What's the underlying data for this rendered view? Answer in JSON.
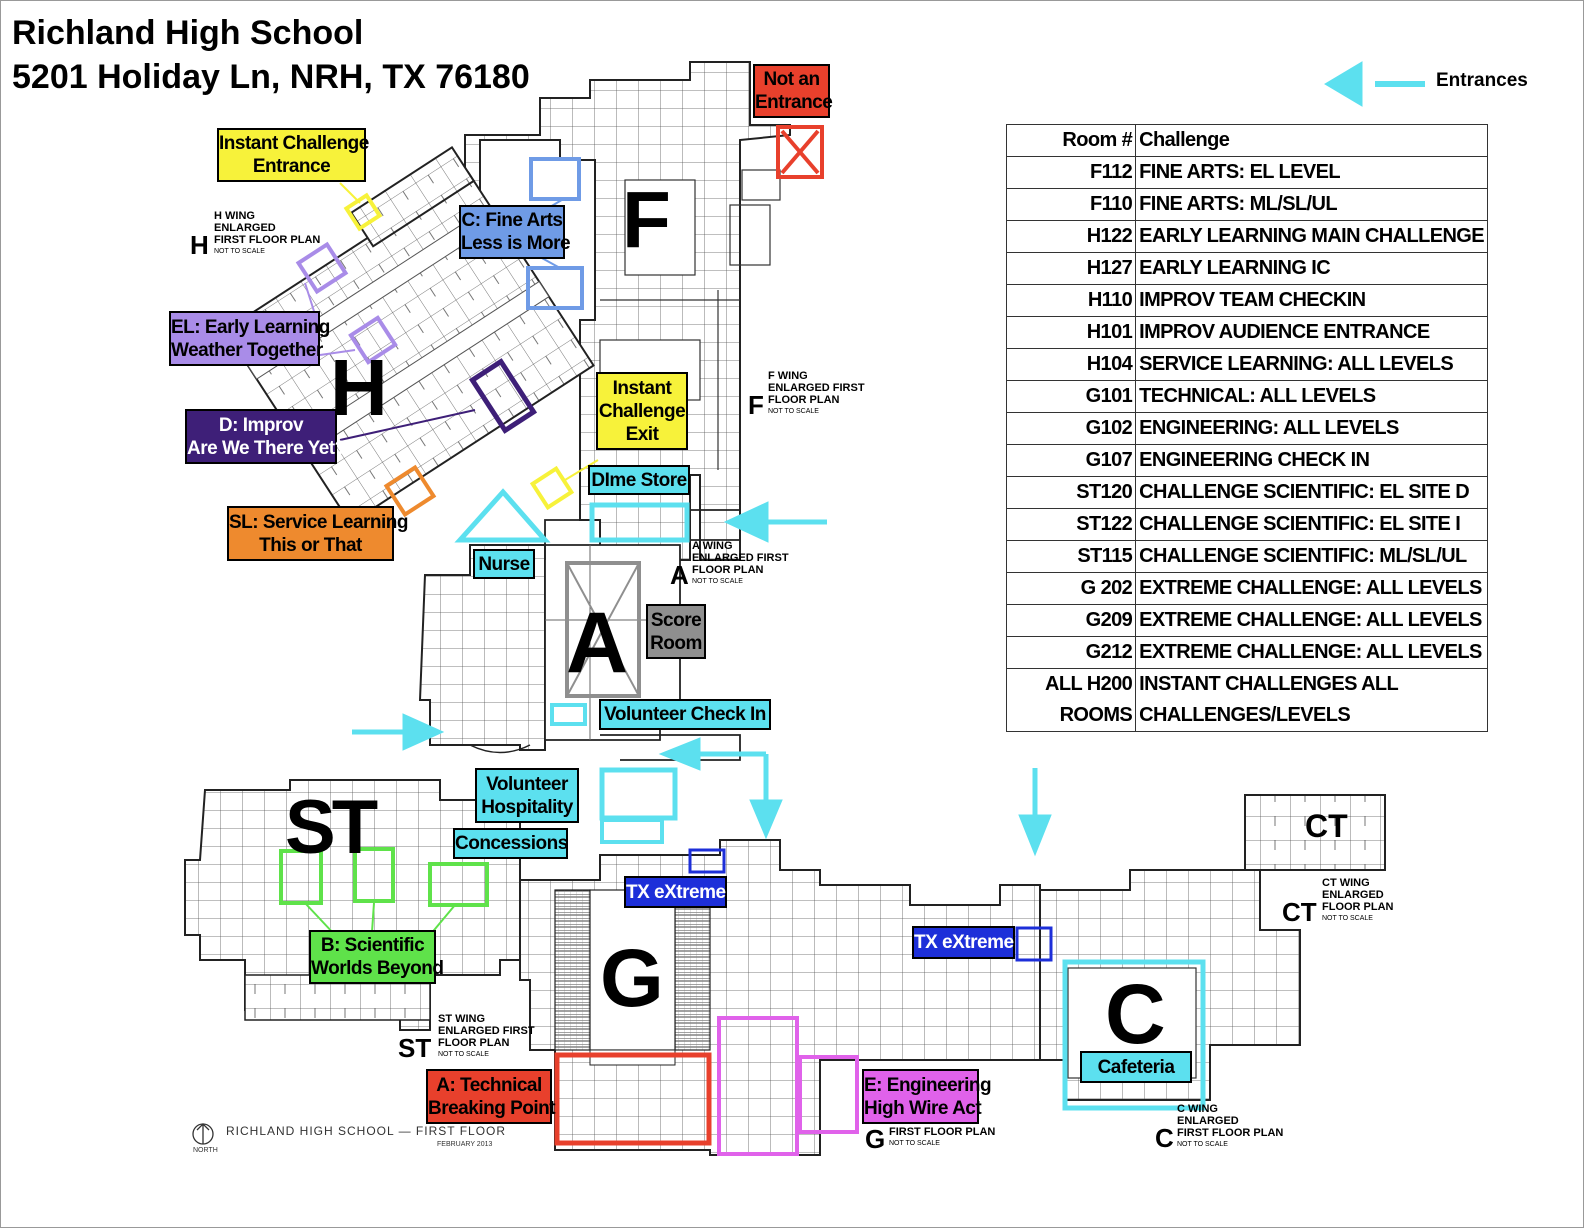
{
  "header": {
    "school_name": "Richland High School",
    "address": "5201 Holiday Ln, NRH, TX 76180"
  },
  "legend": {
    "entrances_label": "Entrances",
    "entrance_color": "#5ce0ef"
  },
  "room_table": {
    "headers": [
      "Room #",
      "Challenge"
    ],
    "rows": [
      [
        "F112",
        "FINE ARTS: EL LEVEL"
      ],
      [
        "F110",
        "FINE ARTS: ML/SL/UL"
      ],
      [
        "H122",
        "EARLY LEARNING MAIN CHALLENGE"
      ],
      [
        "H127",
        "EARLY LEARNING IC"
      ],
      [
        "H110",
        "IMPROV TEAM CHECKIN"
      ],
      [
        "H101",
        "IMPROV AUDIENCE ENTRANCE"
      ],
      [
        "H104",
        "SERVICE LEARNING: ALL LEVELS"
      ],
      [
        "G101",
        "TECHNICAL: ALL LEVELS"
      ],
      [
        "G102",
        "ENGINEERING: ALL LEVELS"
      ],
      [
        "G107",
        "ENGINEERING CHECK IN"
      ],
      [
        "ST120",
        "CHALLENGE SCIENTIFIC: EL SITE D"
      ],
      [
        "ST122",
        "CHALLENGE SCIENTIFIC: EL SITE I"
      ],
      [
        "ST115",
        "CHALLENGE SCIENTIFIC: ML/SL/UL"
      ],
      [
        "G 202",
        "EXTREME CHALLENGE: ALL LEVELS"
      ],
      [
        "G209",
        "EXTREME CHALLENGE: ALL LEVELS"
      ],
      [
        "G212",
        "EXTREME CHALLENGE: ALL LEVELS"
      ],
      [
        "ALL H200",
        "INSTANT CHALLENGES ALL"
      ],
      [
        "ROOMS",
        "CHALLENGES/LEVELS"
      ]
    ]
  },
  "callouts": {
    "not_entrance": [
      "Not an",
      "Entrance"
    ],
    "ic_entrance": [
      "Instant Challenge",
      "Entrance"
    ],
    "fine_arts": [
      "C: Fine Arts",
      "Less is More"
    ],
    "early_learning": [
      "EL: Early Learning",
      "Weather Together"
    ],
    "improv": [
      "D: Improv",
      "Are We There Yet?"
    ],
    "service": [
      "SL: Service Learning",
      "This or That"
    ],
    "ic_exit": [
      "Instant",
      "Challenge",
      "Exit"
    ],
    "dime_store": "DIme Store",
    "nurse": "Nurse",
    "score_room": [
      "Score",
      "Room"
    ],
    "volunteer_checkin": "Volunteer Check In",
    "volunteer_hospitality": [
      "Volunteer",
      "Hospitality"
    ],
    "concessions": "Concessions",
    "tx_extreme_1": "TX eXtreme",
    "tx_extreme_2": "TX eXtreme",
    "scientific": [
      "B: Scientific",
      "Worlds Beyond"
    ],
    "technical": [
      "A: Technical",
      "Breaking Point"
    ],
    "engineering": [
      "E: Engineering",
      "High Wire Act"
    ],
    "cafeteria": "Cafeteria"
  },
  "callout_colors": {
    "red": "#e8402c",
    "yellow": "#f7f23a",
    "blue": "#6f9be6",
    "lavender": "#a98ce8",
    "purple": "#3e1f78",
    "orange": "#ee8a2e",
    "cyan": "#5ce0ef",
    "gray": "#8f8f8f",
    "green": "#5fe24a",
    "navy": "#1d2fd9",
    "magenta": "#e062ea"
  },
  "wings": {
    "H": {
      "letter": "H",
      "title": [
        "H WING",
        "ENLARGED",
        "FIRST FLOOR PLAN"
      ],
      "note": "NOT TO SCALE"
    },
    "F": {
      "letter": "F",
      "title": [
        "F WING",
        "ENLARGED FIRST",
        "FLOOR PLAN"
      ],
      "note": "NOT TO SCALE"
    },
    "A": {
      "letter": "A",
      "title": [
        "A WING",
        "ENLARGED FIRST",
        "FLOOR PLAN"
      ],
      "note": "NOT TO SCALE"
    },
    "ST": {
      "letter": "ST",
      "title": [
        "ST WING",
        "ENLARGED FIRST",
        "FLOOR PLAN"
      ],
      "note": "NOT TO SCALE"
    },
    "G": {
      "letter": "G",
      "title": [
        "FIRST FLOOR PLAN"
      ],
      "note": "NOT TO SCALE"
    },
    "C": {
      "letter": "C",
      "title": [
        "C WING",
        "ENLARGED",
        "FIRST FLOOR PLAN"
      ],
      "note": "NOT TO SCALE"
    },
    "CT": {
      "letter": "CT",
      "title": [
        "CT WING",
        "ENLARGED",
        "FLOOR PLAN"
      ],
      "note": "NOT TO SCALE"
    }
  },
  "footer": {
    "plan_title": "RICHLAND  HIGH  SCHOOL  —  FIRST  FLOOR",
    "date": "FEBRUARY 2013",
    "north": "NORTH"
  }
}
